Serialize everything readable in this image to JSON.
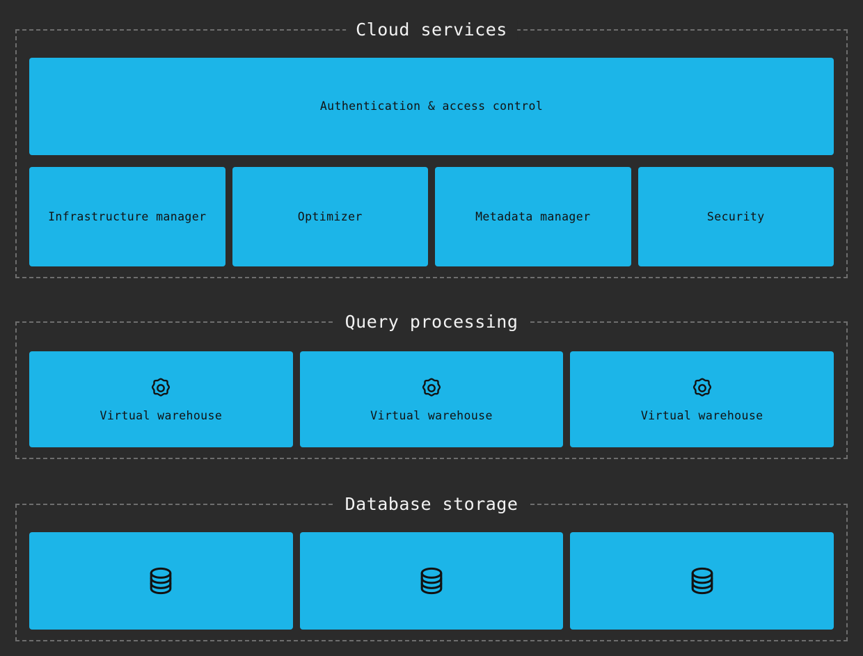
{
  "colors": {
    "background": "#2b2b2b",
    "node_fill": "#1cb5e8",
    "node_text": "#121212",
    "group_border": "#6e6e6e",
    "group_title_text": "#f2f2f2"
  },
  "sections": {
    "cloud_services": {
      "title": "Cloud services",
      "auth_node": {
        "label": "Authentication & access control"
      },
      "nodes": [
        {
          "label": "Infrastructure manager"
        },
        {
          "label": "Optimizer"
        },
        {
          "label": "Metadata manager"
        },
        {
          "label": "Security"
        }
      ]
    },
    "query_processing": {
      "title": "Query processing",
      "nodes": [
        {
          "label": "Virtual warehouse",
          "icon": "gear-icon"
        },
        {
          "label": "Virtual warehouse",
          "icon": "gear-icon"
        },
        {
          "label": "Virtual warehouse",
          "icon": "gear-icon"
        }
      ]
    },
    "database_storage": {
      "title": "Database storage",
      "nodes": [
        {
          "label": "",
          "icon": "database-icon"
        },
        {
          "label": "",
          "icon": "database-icon"
        },
        {
          "label": "",
          "icon": "database-icon"
        }
      ]
    }
  }
}
